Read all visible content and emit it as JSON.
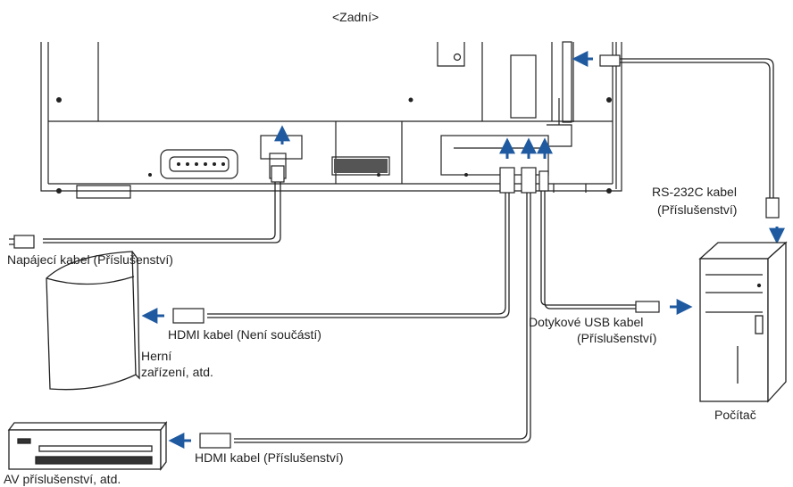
{
  "title": "<Zadní>",
  "labels": {
    "rs232c": "RS-232C kabel",
    "rs232c_sub": "(Příslušenství)",
    "power": "Napájecí kabel (Příslušenství)",
    "hdmi_game": "HDMI kabel (Není součástí)",
    "game_line1": "Herní",
    "game_line2": "zařízení, atd.",
    "usb": "Dotykové USB kabel",
    "usb_sub": "(Příslušenství)",
    "computer": "Počítač",
    "hdmi_av": "HDMI kabel (Příslušenství)",
    "av": "AV příslušenství, atd."
  },
  "colors": {
    "line": "#222222",
    "arrow": "#1f5aa0",
    "fill": "#ffffff",
    "dark": "#333333"
  }
}
